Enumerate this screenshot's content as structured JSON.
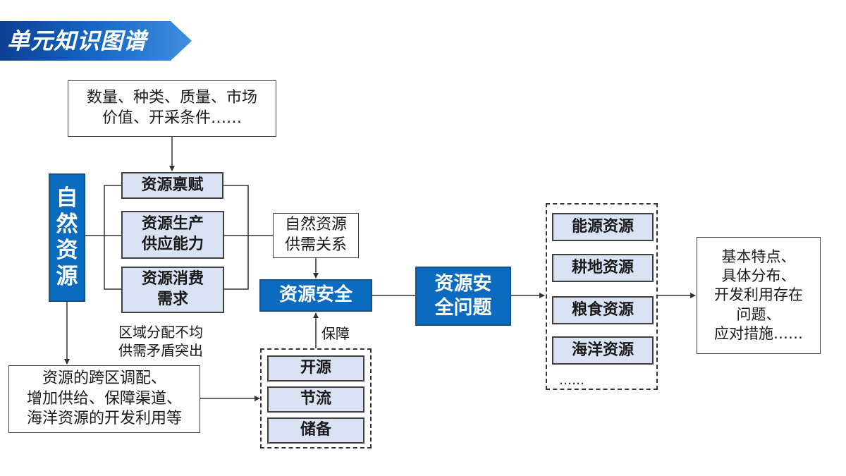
{
  "header": {
    "title": "单元知识图谱"
  },
  "nodes": {
    "attributes": "数量、种类、质量、市场\n价值、开采条件……",
    "natural_resources": "自\n然\n资\n源",
    "endowment": "资源禀赋",
    "production": "资源生产\n供应能力",
    "consumption": "资源消费\n需求",
    "supply_demand": "自然资源\n供需关系",
    "security": "资源安全",
    "regional_note": "区域分配不均\n供需矛盾突出",
    "measures": "资源的跨区调配、\n增加供给、保障渠道、\n海洋资源的开发利用等",
    "guarantee": "保障",
    "open_source": "开源",
    "save_flow": "节流",
    "reserve": "储备",
    "security_issues": "资源安\n全问题",
    "energy": "能源资源",
    "farmland": "耕地资源",
    "grain": "粮食资源",
    "ocean": "海洋资源",
    "etc": "……",
    "features": "基本特点、\n具体分布、\n开发利用存在\n问题、\n应对措施……"
  }
}
